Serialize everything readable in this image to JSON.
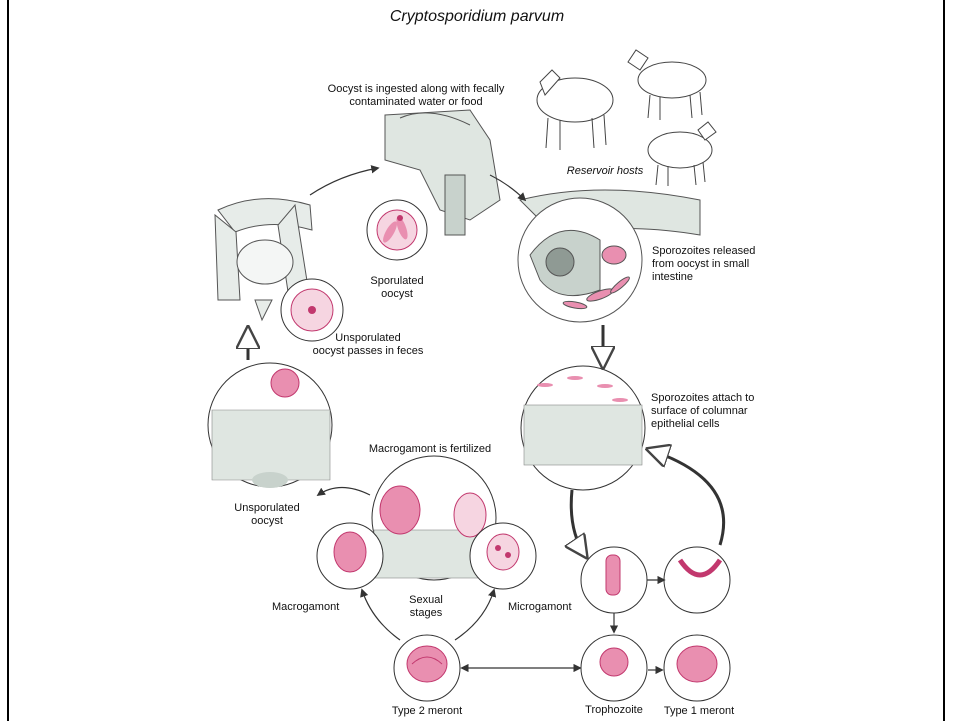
{
  "title": "Cryptosporidium parvum",
  "colors": {
    "cell_pink": "#e98fb0",
    "cell_dark": "#c2386e",
    "cell_light": "#f6d5e1",
    "tissue_gray": "#dfe6e1",
    "outline": "#333333"
  },
  "labels": {
    "ingested": "Oocyst is ingested along with fecally\ncontaminated water or food",
    "reservoir": "Reservoir hosts",
    "sporozoites_released": "Sporozoites released\nfrom oocyst in small\nintestine",
    "sporulated": "Sporulated\noocyst",
    "unsporulated_feces": "Unsporulated\noocyst passes in feces",
    "sporozoites_attach": "Sporozoites attach to\nsurface of columnar\nepithelial cells",
    "macrogamont_fertilized": "Macrogamont is fertilized",
    "unsporulated_oocyst": "Unsporulated\noocyst",
    "macrogamont": "Macrogamont",
    "sexual_stages": "Sexual\nstages",
    "microgamont": "Microgamont",
    "type2_meront": "Type 2 meront",
    "trophozoite": "Trophozoite",
    "type1_meront": "Type 1 meront"
  }
}
